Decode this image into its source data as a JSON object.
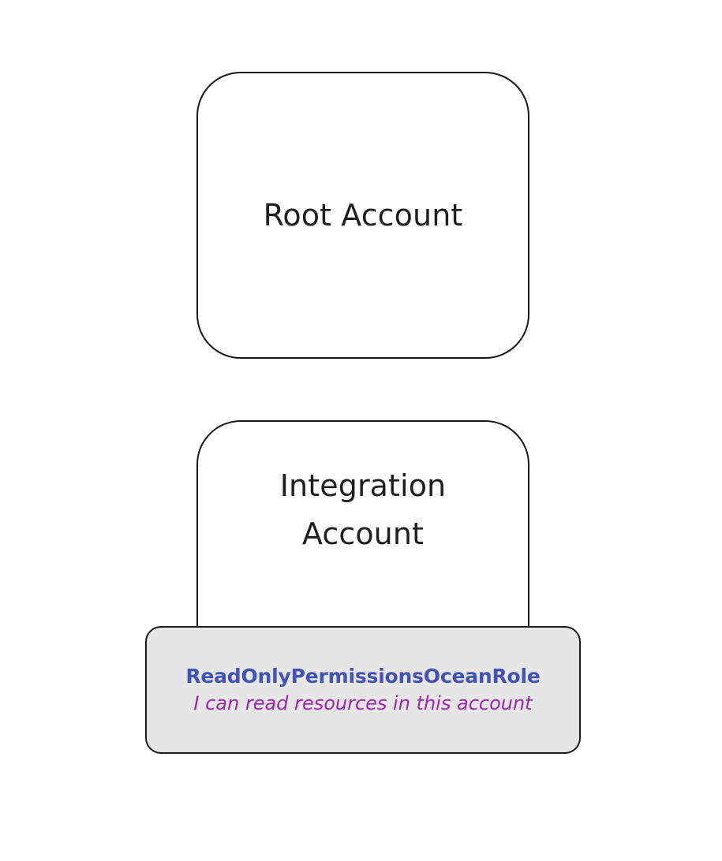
{
  "diagram": {
    "type": "aws-account-role-diagram",
    "background_color": "#ffffff",
    "nodes": [
      {
        "id": "root-account",
        "label": "Root Account",
        "shape": "rounded-rectangle",
        "fill_color": "#ffffff",
        "stroke_color": "#1a1a1a"
      },
      {
        "id": "integration-account",
        "label": "Integration\nAccount",
        "shape": "rounded-rectangle",
        "fill_color": "#ffffff",
        "stroke_color": "#1a1a1a"
      }
    ],
    "role_badge": {
      "id": "readonly-permissions-ocean-role",
      "name": "ReadOnlyPermissionsOceanRole",
      "description": "I can read resources in this account",
      "fill_color": "#e6e6e6",
      "stroke_color": "#1a1a1a",
      "name_color": "#4252b5",
      "description_color": "#a022b4"
    }
  }
}
